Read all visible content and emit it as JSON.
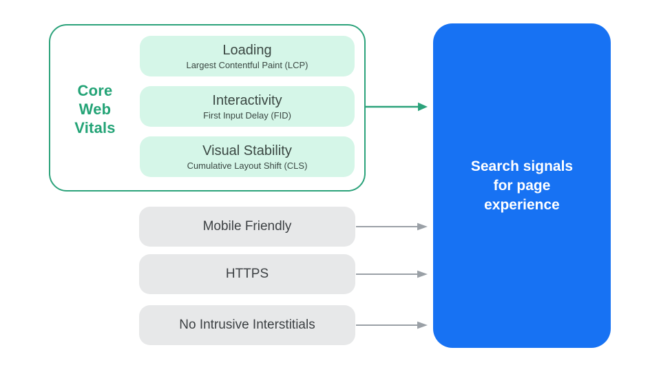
{
  "diagram": {
    "core_web_vitals": {
      "label_lines": [
        "Core",
        "Web",
        "Vitals"
      ],
      "items": [
        {
          "title": "Loading",
          "subtitle": "Largest Contentful Paint (LCP)"
        },
        {
          "title": "Interactivity",
          "subtitle": "First Input Delay (FID)"
        },
        {
          "title": "Visual Stability",
          "subtitle": "Cumulative Layout Shift (CLS)"
        }
      ]
    },
    "other_signals": [
      "Mobile Friendly",
      "HTTPS",
      "No Intrusive Interstitials"
    ],
    "search_box": {
      "lines": [
        "Search signals",
        "for page",
        "experience"
      ],
      "full_text": "Search signals for page experience"
    },
    "colors": {
      "green_accent": "#2ba27a",
      "green_text": "#23a376",
      "green_light_fill": "#d5f6e8",
      "blue_fill": "#1772f3",
      "gray_fill": "#e7e8e9",
      "gray_arrow": "#9aa0a6",
      "dark_text": "#3a4742",
      "white_text": "#ffffff"
    }
  }
}
